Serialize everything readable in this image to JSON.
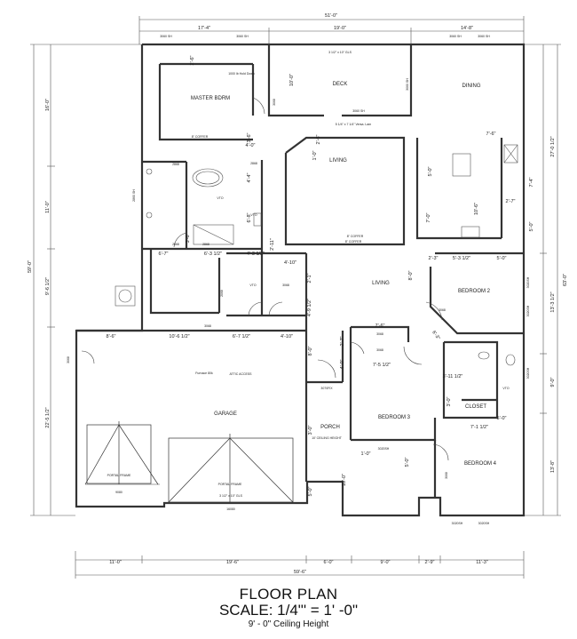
{
  "caption": {
    "title": "FLOOR PLAN",
    "scale": "SCALE: 1/4\"' = 1' -0\"",
    "note": "9' - 0\" Ceiling Height"
  },
  "rooms": {
    "master": "MASTER BDRM",
    "deck": "DECK",
    "dining": "DINING",
    "living_upper": "LIVING",
    "living_lower": "LIVING",
    "bedroom2": "BEDROOM 2",
    "bedroom3": "BEDROOM 3",
    "bedroom4": "BEDROOM 4",
    "garage": "GARAGE",
    "porch": "PORCH",
    "closet": "CLOSET"
  },
  "notes": {
    "coffer_master": "8\" COFFER",
    "hold_down": "1000 lb Hold Down",
    "gls_deck": "3 1/2\" x 10\" GLS",
    "beam_deck": "5 1/4\" x 7 1/4\" Versa. Lam",
    "coffer_living_1": "8\" COFFER",
    "coffer_living_2": "8\" COFFER",
    "attic": "ATTIC ACCESS",
    "furnace": "Furnace 80k",
    "ceiling_porch": "10' CEILING HEIGHT",
    "gls_garage": "3 1/2\" x 10\" GLS",
    "portal_frame_1": "PORTAL FRAME",
    "portal_frame_2": "PORTAL FRAME",
    "gdoor": "16080",
    "gdoor2": "9080",
    "door_porch": "3070FIX",
    "vto_1": "VTO",
    "vto_2": "VTO",
    "vto_3": "VTO",
    "vto_4": "VTO"
  },
  "windows": {
    "w_master_1": "3060 SH",
    "w_master_2": "3060 SH",
    "w_dining_1": "3060 SH",
    "w_dining_2": "3060 SH",
    "w_deck_slider": "3060 SH",
    "w_master_side": "2860 SH",
    "w_deck_side": "3060 SH",
    "w_bed2_1": "3020SH",
    "w_bed2_2": "3020SH",
    "w_bed4_1": "3020SH",
    "w_bed4_2": "3020SH",
    "w_bed4_3": "3020SH",
    "w_bed3": "3020SH",
    "d_2868_a": "2868",
    "d_2868_b": "2868",
    "d_2868_c": "2868",
    "d_2868_d": "2868",
    "d_3068_a": "3068",
    "d_3068_b": "3068",
    "d_3068_c": "3068",
    "d_3068_d": "3068",
    "d_3068_e": "3068",
    "d_3068_f": "3068",
    "d_2068": "2068",
    "d_3068_g": "3068",
    "d_3068_h": "3068"
  },
  "dims": {
    "top_overall": "51'-0\"",
    "top_1": "17'-4\"",
    "top_2": "19'-0\"",
    "top_3": "14'-8\"",
    "bottom_overall": "59'-6\"",
    "bottom_1": "11'-0\"",
    "bottom_2": "19'-6\"",
    "bottom_3": "6'-0\"",
    "bottom_4": "9'-0\"",
    "bottom_5": "2'-9\"",
    "bottom_6": "11'-3\"",
    "left_overall": "59'-0\"",
    "left_1": "16'-0\"",
    "left_2": "11'-0\"",
    "left_3": "9'-6 1/2\"",
    "left_4": "22'-5 1/2\"",
    "right_overall": "63'-0\"",
    "right_1": "27'-0 1/2\"",
    "right_2": "13'-3 1/2\"",
    "right_3": "9'-0\"",
    "right_4": "13'-8\"",
    "d_2_6": "2'-6\"",
    "d_10_0": "10'-0\"",
    "d_4_0": "4'-0\"",
    "d_3_6": "3'-6\"",
    "d_4_4": "4'-4\"",
    "d_2_6b": "2'-6\"",
    "d_1_0": "1'-0\"",
    "d_5_0": "5'-0\"",
    "d_7_0": "7'-0\"",
    "d_10_6": "10'-6\"",
    "d_7_6": "7'-6\"",
    "d_7_4": "7'-4\"",
    "d_2_7": "2'-7\"",
    "d_5_0b": "5'-0\"",
    "d_6_8": "6'-8\"",
    "d_3_6b": "3'-6\"",
    "d_6_7": "6'-7\"",
    "d_6_3_5": "6'-3 1/2\"",
    "d_4_3_5": "4'-3 1/2\"",
    "d_2_11": "2'-11\"",
    "d_4_10": "4'-10\"",
    "d_2_1": "2'-1\"",
    "d_4_9_5": "4'-9 1/2\"",
    "d_2_3": "2'-3\"",
    "d_5_3_5": "5'-3 1/2\"",
    "d_5_0c": "5'-0\"",
    "d_8_0": "8'-0\"",
    "d_8_6": "8'-6\"",
    "d_10_6_5": "10'-6 1/2\"",
    "d_6_7_5": "6'-7 1/2\"",
    "d_4_10b": "4'-10\"",
    "d_8_0b": "8'-0\"",
    "d_7_6b": "7'-6\"",
    "d_2_7b": "2'-7\"",
    "d_4_0b": "4'-0\"",
    "d_7_5_5": "7'-5 1/2\"",
    "d_3_11_5": "3'-11 1/2\"",
    "d_5_0d": "5'-0\"",
    "d_7_1_5": "7'-1 1/2\"",
    "d_3_0": "3'-0\"",
    "d_6_3": "6'-3\"",
    "d_1_0b": "1'-0\"",
    "d_5_0e": "5'-0\"",
    "d_10_0b": "10'-0\"",
    "d_3_0b": "3'-0\"",
    "d_5_0f": "5'-0\""
  },
  "colors": {
    "wall": "#333333",
    "dimline": "#444444",
    "background": "#ffffff"
  }
}
